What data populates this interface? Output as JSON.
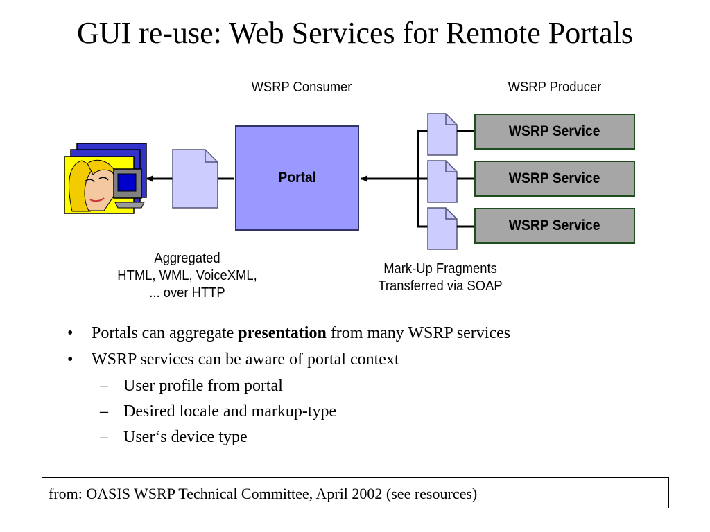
{
  "title": "GUI re-use: Web Services for Remote Portals",
  "diagram": {
    "consumer_label": "WSRP Consumer",
    "producer_label": "WSRP Producer",
    "portal_label": "Portal",
    "services": [
      {
        "label": "WSRP Service"
      },
      {
        "label": "WSRP Service"
      },
      {
        "label": "WSRP Service"
      }
    ],
    "aggregated_lines": [
      "Aggregated",
      "HTML, WML, VoiceXML,",
      "... over HTTP"
    ],
    "fragments_lines": [
      "Mark-Up Fragments",
      "Transferred via SOAP"
    ],
    "colors": {
      "portal_fill": "#9999ff",
      "document_fill": "#ccccff",
      "service_fill": "#a6a6a6",
      "service_border": "#1f4d1f"
    }
  },
  "bullets": {
    "item1": {
      "before": "Portals can aggregate ",
      "bold": "presentation",
      "after": " from many WSRP services"
    },
    "item2": "WSRP services can be aware of portal context",
    "subitems": [
      "User profile from portal",
      "Desired locale and markup-type",
      "User‘s device type"
    ]
  },
  "markers": {
    "bullet": "•",
    "dash": "–"
  },
  "source": "from: OASIS WSRP Technical Committee, April 2002 (see resources)"
}
